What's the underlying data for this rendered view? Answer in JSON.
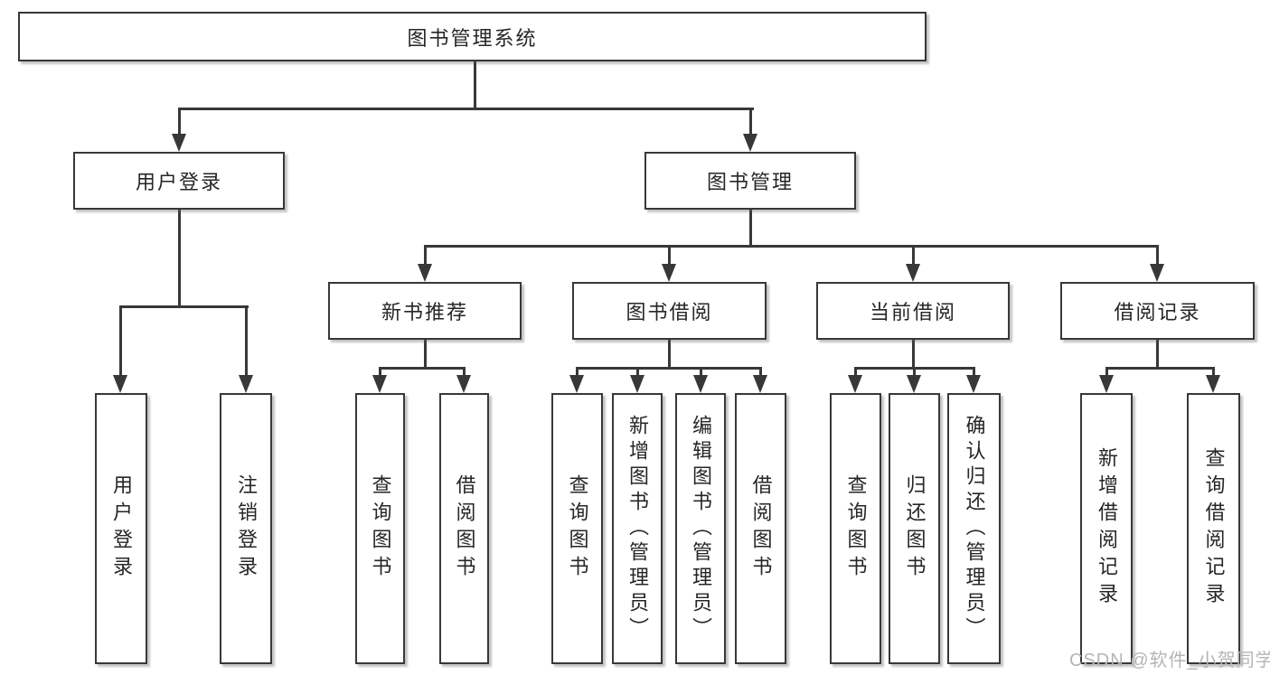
{
  "diagram": {
    "type": "hierarchy-tree",
    "title": "图书管理系统"
  },
  "nodes": {
    "root": {
      "label": "图书管理系统",
      "level": 1
    },
    "userLogin": {
      "label": "用户登录",
      "level": 2
    },
    "bookMgmt": {
      "label": "图书管理",
      "level": 2
    },
    "newBookRec": {
      "label": "新书推荐",
      "level": 3
    },
    "bookBorrow": {
      "label": "图书借阅",
      "level": 3
    },
    "currentBorrow": {
      "label": "当前借阅",
      "level": 3
    },
    "borrowRecords": {
      "label": "借阅记录",
      "level": 3
    },
    "leafUserLogin": {
      "label": "用户登录",
      "level": 4
    },
    "leafLogout": {
      "label": "注销登录",
      "level": 4
    },
    "nbQueryBook": {
      "label": "查询图书",
      "level": 4
    },
    "nbBorrowBook": {
      "label": "借阅图书",
      "level": 4
    },
    "bbQueryBook": {
      "label": "查询图书",
      "level": 4
    },
    "bbAddBook": {
      "label": "新增图书（管理员）",
      "level": 4
    },
    "bbEditBook": {
      "label": "编辑图书（管理员）",
      "level": 4
    },
    "bbBorrowBook": {
      "label": "借阅图书",
      "level": 4
    },
    "cbQueryBook": {
      "label": "查询图书",
      "level": 4
    },
    "cbReturnBook": {
      "label": "归还图书",
      "level": 4
    },
    "cbConfirmReturn": {
      "label": "确认归还（管理员）",
      "level": 4
    },
    "brAddRecord": {
      "label": "新增借阅记录",
      "level": 4
    },
    "brQueryRecord": {
      "label": "查询借阅记录",
      "level": 4
    }
  },
  "hierarchy": [
    {
      "parent": "图书管理系统",
      "children": [
        "用户登录",
        "图书管理"
      ]
    },
    {
      "parent": "用户登录",
      "children": [
        "用户登录",
        "注销登录"
      ]
    },
    {
      "parent": "图书管理",
      "children": [
        "新书推荐",
        "图书借阅",
        "当前借阅",
        "借阅记录"
      ]
    },
    {
      "parent": "新书推荐",
      "children": [
        "查询图书",
        "借阅图书"
      ]
    },
    {
      "parent": "图书借阅",
      "children": [
        "查询图书",
        "新增图书（管理员）",
        "编辑图书（管理员）",
        "借阅图书"
      ]
    },
    {
      "parent": "当前借阅",
      "children": [
        "查询图书",
        "归还图书",
        "确认归还（管理员）"
      ]
    },
    {
      "parent": "借阅记录",
      "children": [
        "新增借阅记录",
        "查询借阅记录"
      ]
    }
  ],
  "watermark": {
    "text": "CSDN @软件_小贺同学"
  },
  "colors": {
    "line": "#383838",
    "border": "#383838",
    "text": "#262626",
    "background": "#ffffff",
    "watermark": "#b5b5b5"
  }
}
